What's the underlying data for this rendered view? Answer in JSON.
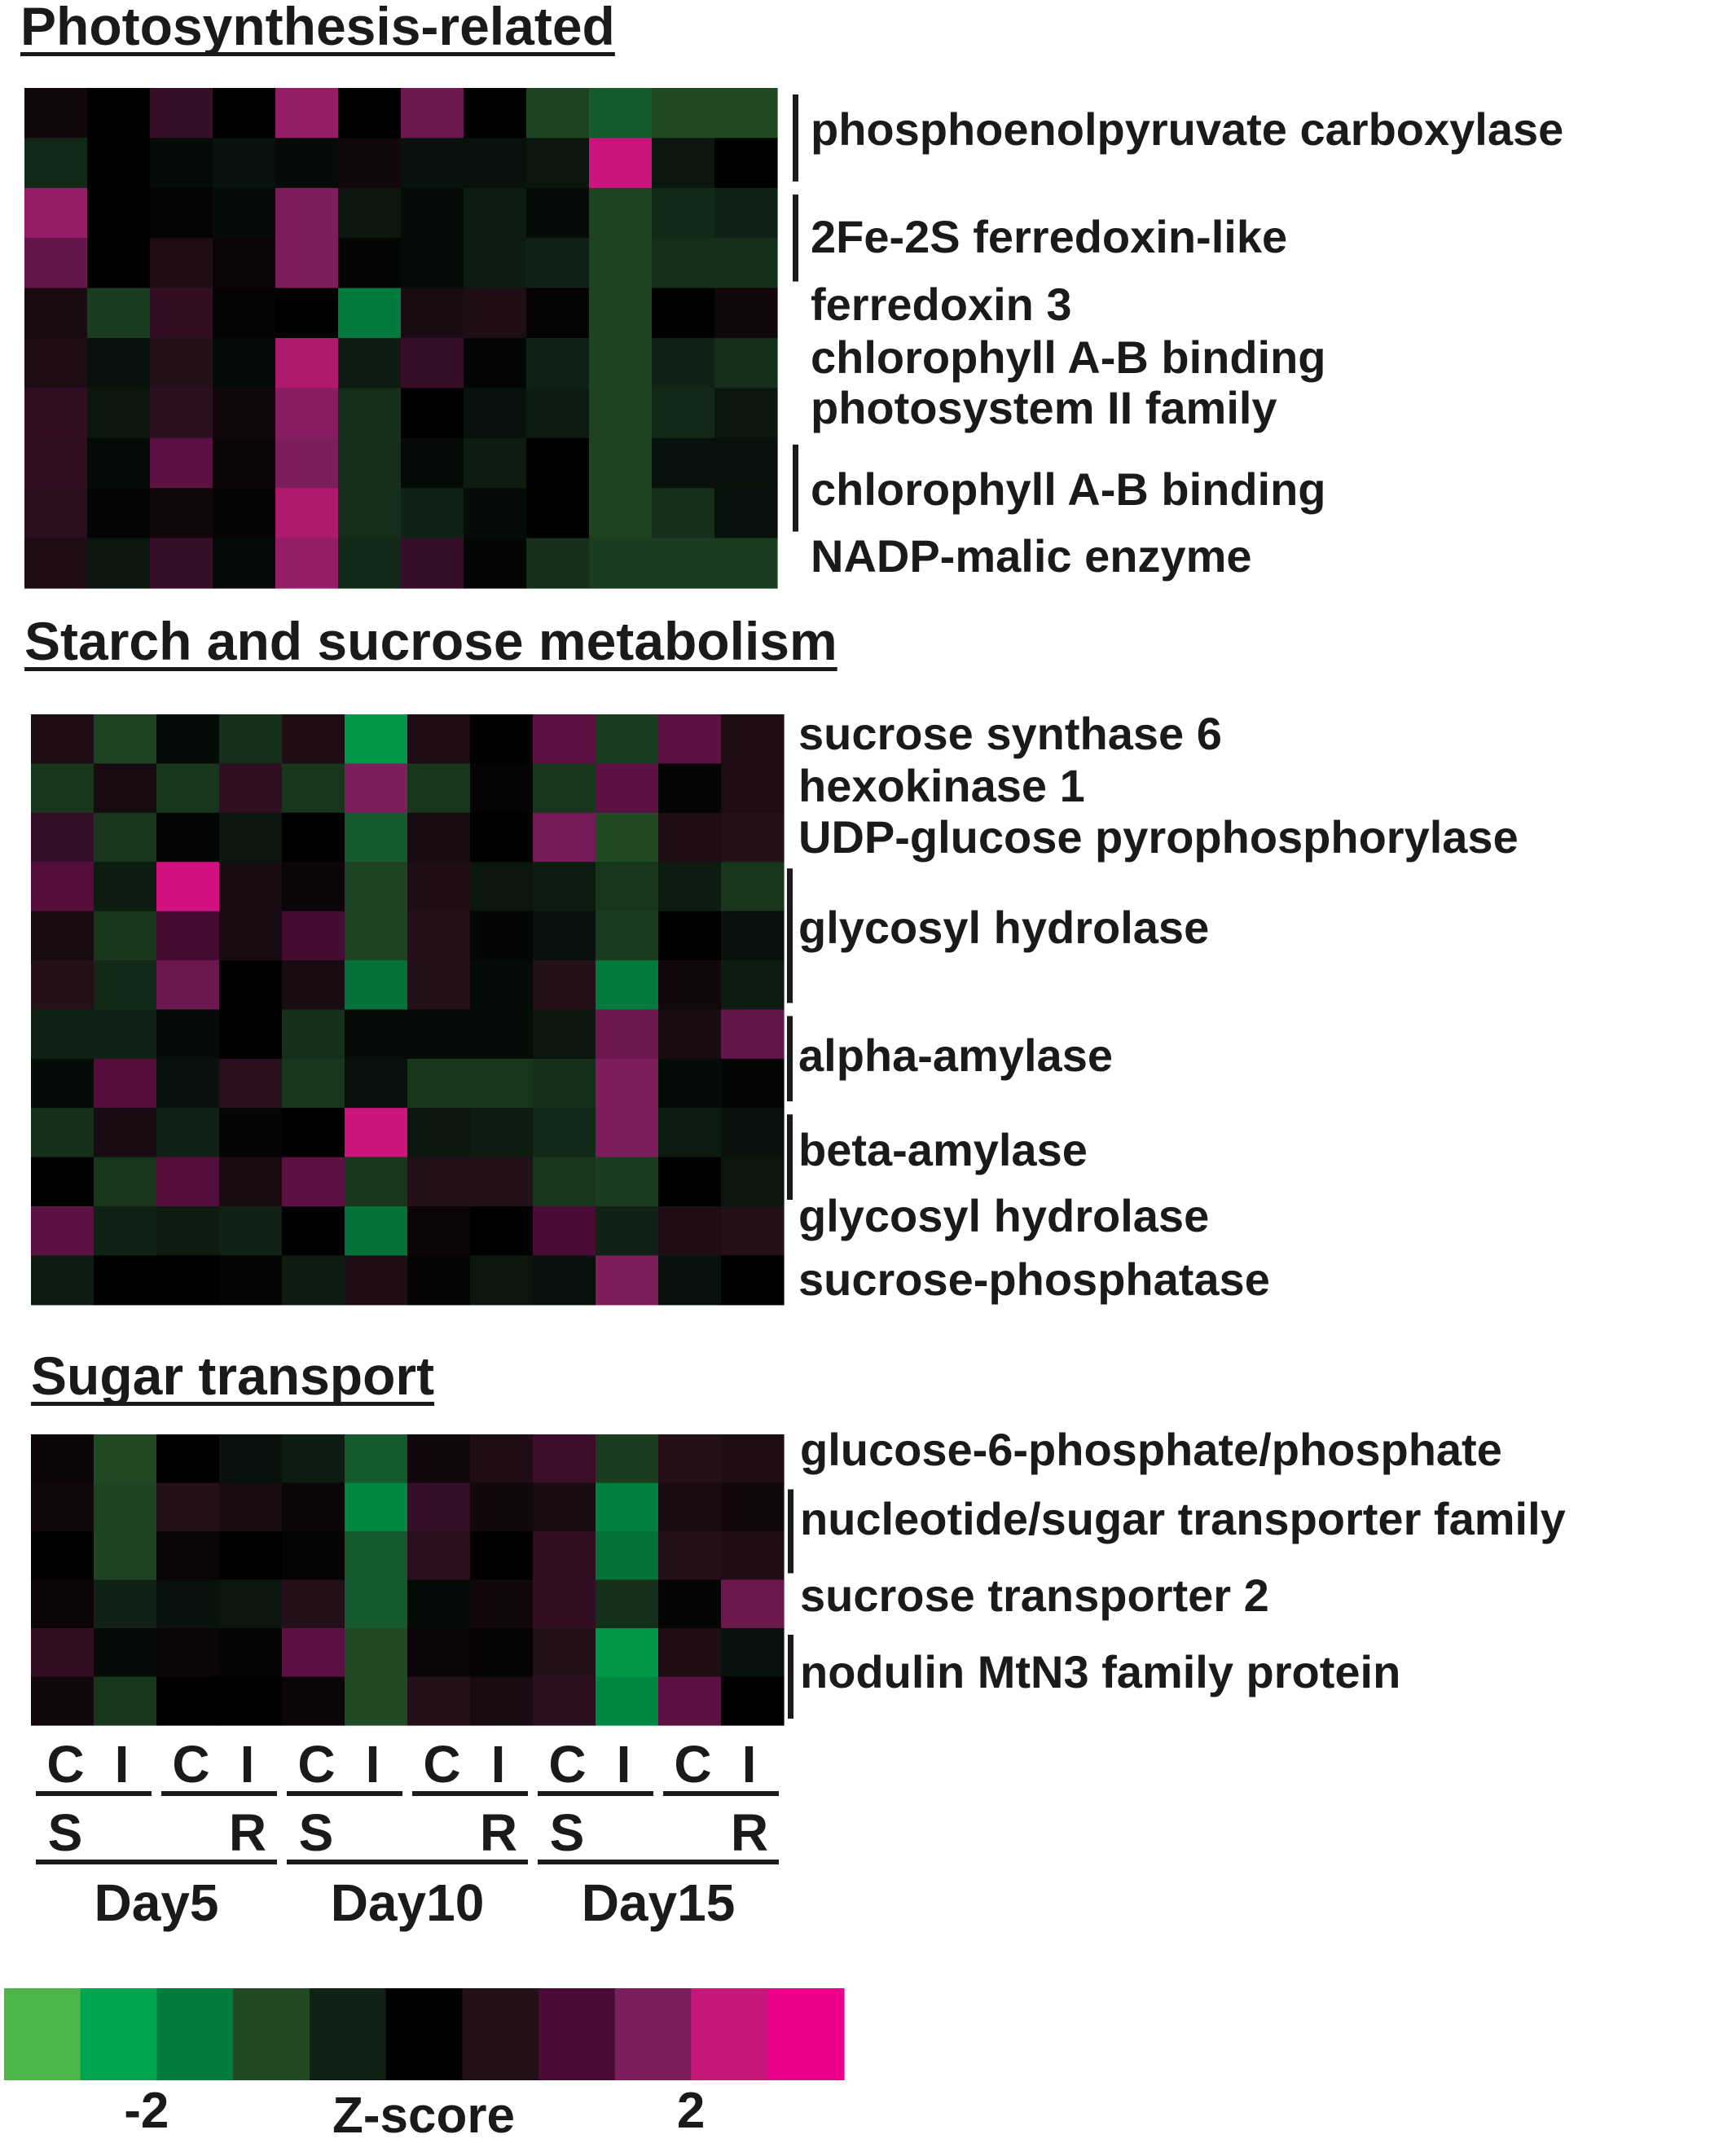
{
  "chart_data": {
    "type": "heatmap",
    "colorbar": {
      "label": "Z-score",
      "tick_labels": [
        "-2",
        "2"
      ],
      "tick_values": [
        -2,
        2
      ],
      "range": [
        -3,
        3
      ],
      "colors": [
        "#4cb748",
        "#00a54f",
        "#007a3d",
        "#1f4a24",
        "#102215",
        "#000000",
        "#241019",
        "#4a0b35",
        "#7d1e5c",
        "#c5187a",
        "#ec008c"
      ]
    },
    "columns": {
      "treatments": [
        "C",
        "I",
        "C",
        "I",
        "C",
        "I",
        "C",
        "I",
        "C",
        "I",
        "C",
        "I"
      ],
      "genotypes": [
        "S",
        "R",
        "S",
        "R",
        "S",
        "R"
      ],
      "days": [
        "Day5",
        "Day10",
        "Day15"
      ]
    },
    "panels": [
      {
        "title": "Photosynthesis-related",
        "labels": [
          {
            "text": "phosphoenolpyruvate carboxylase",
            "bracket": true,
            "rows": [
              0,
              1
            ]
          },
          {
            "text": "2Fe-2S ferredoxin-like",
            "bracket": true,
            "rows": [
              2,
              3
            ]
          },
          {
            "text": "ferredoxin 3",
            "bracket": false,
            "rows": [
              4,
              4
            ]
          },
          {
            "text": "chlorophyll A-B binding",
            "bracket": false,
            "rows": [
              5,
              5
            ]
          },
          {
            "text": "photosystem II family",
            "bracket": false,
            "rows": [
              6,
              6
            ]
          },
          {
            "text": "chlorophyll A-B binding",
            "bracket": true,
            "rows": [
              7,
              8
            ]
          },
          {
            "text": "NADP-malic enzyme",
            "bracket": false,
            "rows": [
              9,
              9
            ]
          }
        ],
        "values": [
          [
            0.3,
            0.0,
            0.9,
            0.0,
            2.0,
            0.0,
            1.6,
            0.0,
            -1.1,
            -1.4,
            -1.2,
            -1.2
          ],
          [
            -0.7,
            0.0,
            -0.2,
            -0.3,
            -0.2,
            0.3,
            -0.3,
            -0.3,
            -0.4,
            2.5,
            -0.4,
            0.0
          ],
          [
            2.0,
            0.0,
            0.1,
            -0.2,
            1.8,
            -0.4,
            -0.2,
            -0.5,
            -0.2,
            -1.1,
            -0.7,
            -0.6
          ],
          [
            1.5,
            0.0,
            0.5,
            0.2,
            1.8,
            -0.1,
            -0.2,
            -0.5,
            -0.6,
            -1.1,
            -0.8,
            -0.8
          ],
          [
            0.4,
            -1.0,
            0.8,
            0.1,
            0.0,
            -1.8,
            0.4,
            0.5,
            0.1,
            -1.1,
            0.0,
            0.3
          ],
          [
            0.5,
            -0.3,
            0.6,
            -0.2,
            2.2,
            -0.5,
            0.9,
            -0.1,
            -0.6,
            -1.1,
            -0.6,
            -0.8
          ],
          [
            0.8,
            -0.4,
            0.7,
            0.3,
            1.9,
            -0.8,
            0.0,
            -0.3,
            -0.5,
            -1.1,
            -0.7,
            -0.4
          ],
          [
            0.8,
            -0.2,
            1.4,
            0.2,
            1.8,
            -0.8,
            -0.2,
            -0.5,
            0.0,
            -1.1,
            -0.3,
            -0.3
          ],
          [
            0.7,
            -0.1,
            0.3,
            0.1,
            2.2,
            -0.8,
            -0.6,
            -0.2,
            0.0,
            -1.1,
            -0.8,
            -0.3
          ],
          [
            0.5,
            -0.4,
            0.9,
            -0.2,
            2.0,
            -0.7,
            0.9,
            -0.1,
            -0.8,
            -1.0,
            -1.0,
            -1.0
          ]
        ]
      },
      {
        "title": "Starch and sucrose metabolism",
        "labels": [
          {
            "text": "sucrose synthase 6",
            "bracket": false,
            "rows": [
              0,
              0
            ]
          },
          {
            "text": "hexokinase 1",
            "bracket": false,
            "rows": [
              1,
              1
            ]
          },
          {
            "text": "UDP-glucose pyrophosphorylase",
            "bracket": false,
            "rows": [
              2,
              2
            ]
          },
          {
            "text": "glycosyl hydrolase",
            "bracket": true,
            "rows": [
              3,
              5
            ]
          },
          {
            "text": "alpha-amylase",
            "bracket": true,
            "rows": [
              6,
              7
            ]
          },
          {
            "text": "beta-amylase",
            "bracket": true,
            "rows": [
              8,
              9
            ]
          },
          {
            "text": "glycosyl hydrolase",
            "bracket": false,
            "rows": [
              10,
              10
            ]
          },
          {
            "text": "sucrose-phosphatase",
            "bracket": false,
            "rows": [
              11,
              11
            ]
          }
        ],
        "values": [
          [
            0.5,
            -1.1,
            -0.2,
            -0.8,
            0.5,
            -2.2,
            0.5,
            0.0,
            1.4,
            -1.0,
            1.4,
            0.5
          ],
          [
            -0.9,
            0.4,
            -0.9,
            0.8,
            -0.9,
            1.8,
            -0.9,
            0.1,
            -0.9,
            1.4,
            -0.1,
            0.5
          ],
          [
            0.9,
            -0.9,
            -0.1,
            -0.4,
            0.0,
            -1.4,
            0.4,
            0.0,
            1.7,
            -1.2,
            0.5,
            0.6
          ],
          [
            1.3,
            -0.5,
            2.6,
            0.4,
            0.2,
            -1.1,
            0.5,
            -0.4,
            -0.5,
            -0.9,
            -0.5,
            -0.9
          ],
          [
            0.4,
            -0.9,
            1.1,
            0.4,
            1.1,
            -1.1,
            0.6,
            -0.1,
            -0.3,
            -1.0,
            0.0,
            -0.3
          ],
          [
            0.6,
            -0.7,
            1.6,
            0.0,
            0.4,
            -1.7,
            0.6,
            -0.2,
            0.6,
            -1.8,
            0.3,
            -0.5
          ],
          [
            -0.6,
            -0.6,
            -0.2,
            0.0,
            -0.8,
            -0.2,
            -0.2,
            -0.2,
            -0.4,
            1.6,
            0.4,
            1.5
          ],
          [
            -0.2,
            1.3,
            -0.3,
            0.7,
            -0.9,
            -0.3,
            -0.9,
            -0.9,
            -0.8,
            1.8,
            -0.2,
            -0.1
          ],
          [
            -0.8,
            0.4,
            -0.6,
            -0.1,
            0.0,
            2.5,
            -0.4,
            -0.5,
            -0.7,
            1.8,
            -0.5,
            -0.3
          ],
          [
            0.0,
            -0.9,
            1.3,
            0.4,
            1.4,
            -0.9,
            0.6,
            0.6,
            -0.9,
            -1.0,
            0.0,
            -0.4
          ],
          [
            1.4,
            -0.6,
            -0.5,
            -0.6,
            0.0,
            -1.7,
            0.2,
            0.0,
            1.2,
            -0.6,
            0.5,
            0.6
          ],
          [
            -0.5,
            0.0,
            0.0,
            0.1,
            -0.5,
            0.5,
            0.1,
            -0.4,
            -0.3,
            1.8,
            -0.3,
            0.0
          ]
        ]
      },
      {
        "title": "Sugar transport",
        "labels": [
          {
            "text": "glucose-6-phosphate/phosphate",
            "bracket": false,
            "rows": [
              0,
              0
            ]
          },
          {
            "text": "nucleotide/sugar transporter family",
            "bracket": true,
            "rows": [
              1,
              2
            ]
          },
          {
            "text": "sucrose transporter 2",
            "bracket": false,
            "rows": [
              3,
              3
            ]
          },
          {
            "text": "nodulin MtN3 family protein",
            "bracket": true,
            "rows": [
              4,
              5
            ]
          }
        ],
        "values": [
          [
            0.2,
            -1.2,
            0.0,
            -0.3,
            -0.5,
            -1.4,
            0.3,
            0.5,
            1.0,
            -1.0,
            0.6,
            0.5
          ],
          [
            0.3,
            -1.1,
            0.6,
            0.4,
            0.2,
            -2.0,
            0.9,
            0.3,
            0.4,
            -1.9,
            0.4,
            0.3
          ],
          [
            0.0,
            -1.1,
            0.2,
            0.0,
            0.1,
            -1.4,
            0.7,
            0.0,
            0.8,
            -1.7,
            0.6,
            0.5
          ],
          [
            0.2,
            -0.6,
            -0.3,
            -0.4,
            0.6,
            -1.4,
            -0.2,
            0.3,
            0.8,
            -0.8,
            -0.1,
            1.6
          ],
          [
            0.8,
            -0.2,
            0.2,
            0.1,
            1.4,
            -1.2,
            0.2,
            0.1,
            0.6,
            -2.2,
            0.5,
            -0.3
          ],
          [
            0.3,
            -0.9,
            0.0,
            0.0,
            0.2,
            -1.2,
            0.6,
            0.4,
            0.7,
            -2.0,
            1.4,
            0.0
          ]
        ]
      }
    ]
  }
}
